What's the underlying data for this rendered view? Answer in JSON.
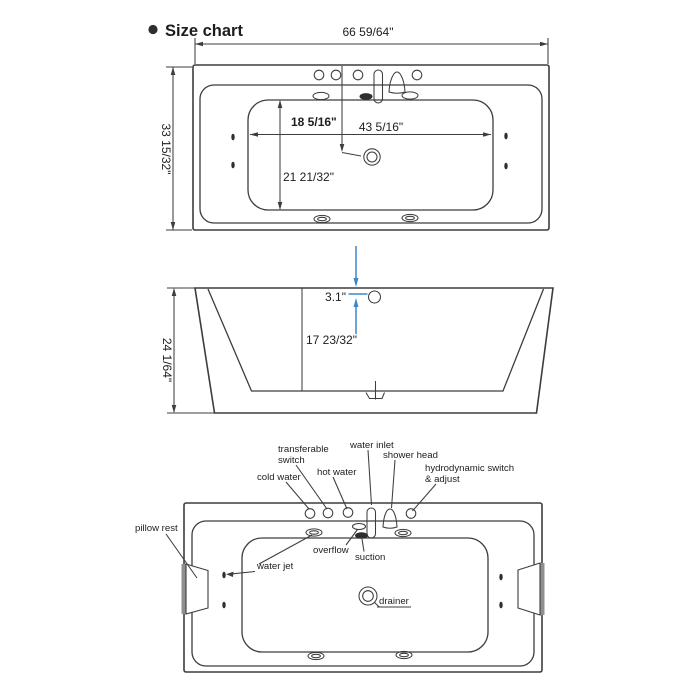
{
  "title": "Size chart",
  "colors": {
    "line": "#3d3d3d",
    "accent_blue": "#3e86c9",
    "text": "#1d1d1d"
  },
  "views": {
    "top": {
      "dims": {
        "overall_length": "66 59/64\"",
        "overall_width": "33 15/32\"",
        "drain_offset": "18 5/16\"",
        "basin_length": "43 5/16\"",
        "basin_width": "21 21/32\""
      }
    },
    "side": {
      "dims": {
        "overall_height": "24 1/64\"",
        "rim_to_overflow": "3.1\"",
        "inner_depth": "17 23/32\""
      }
    },
    "bottom": {
      "labels": {
        "cold_water": "cold water",
        "transferable_switch_line1": "transferable",
        "transferable_switch_line2": "switch",
        "hot_water": "hot water",
        "water_inlet": "water inlet",
        "shower_head": "shower head",
        "hydrodynamic_line1": "hydrodynamic switch",
        "hydrodynamic_line2": "& adjust",
        "pillow_rest": "pillow rest",
        "water_jet": "water jet",
        "overflow": "overflow",
        "suction": "suction",
        "drainer": "drainer"
      }
    }
  }
}
